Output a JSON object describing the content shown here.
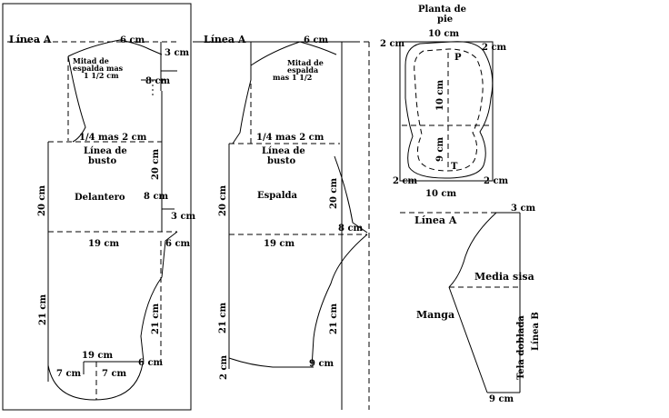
{
  "front": {
    "linea_a": "Línea A",
    "top_width": "6 cm",
    "neck_drop": "3 cm",
    "back_note": [
      "Mitad de",
      "espalda mas",
      "1 1/2 cm"
    ],
    "shoulder": "8 cm",
    "quarter": "1/4 mas 2 cm",
    "bust_line": [
      "Línea de",
      "busto"
    ],
    "left_height": "20 cm",
    "right_height": "20 cm",
    "name": "Delantero",
    "dart": "8 cm",
    "side_drop": "3 cm",
    "waist": "19 cm",
    "waist_right": "6 cm",
    "left_lower": "21 cm",
    "right_lower": "21 cm",
    "hem": "19 cm",
    "hem_right": "6 cm",
    "hem_left_half": "7 cm",
    "hem_right_half": "7 cm"
  },
  "back": {
    "linea_a": "Línea A",
    "top_width": "6 cm",
    "back_note": [
      "Mitad de",
      "espalda",
      "mas 1 1/2"
    ],
    "quarter": "1/4 mas 2 cm",
    "bust_line": [
      "Línea de",
      "busto"
    ],
    "left_height": "20 cm",
    "right_height": "20 cm",
    "name": "Espalda",
    "side": "8 cm",
    "waist": "19 cm",
    "left_lower": "21 cm",
    "right_lower": "21 cm",
    "bottom_left": "2 cm",
    "bottom_right": "9 cm"
  },
  "sole": {
    "title": [
      "Planta de",
      "pie"
    ],
    "top": "10 cm",
    "top_left": "2 cm",
    "top_right": "2 cm",
    "p": "P",
    "upper": "10 cm",
    "lower": "9 cm",
    "t": "T",
    "bottom_left": "2 cm",
    "bottom_right": "2 cm",
    "bottom": "10 cm"
  },
  "sleeve": {
    "top_right": "3 cm",
    "linea_a": "Línea A",
    "media_sisa": "Media sisa",
    "manga": "Manga",
    "tela": "Tela doblada",
    "linea_b": "Línea B",
    "bottom": "9 cm"
  }
}
